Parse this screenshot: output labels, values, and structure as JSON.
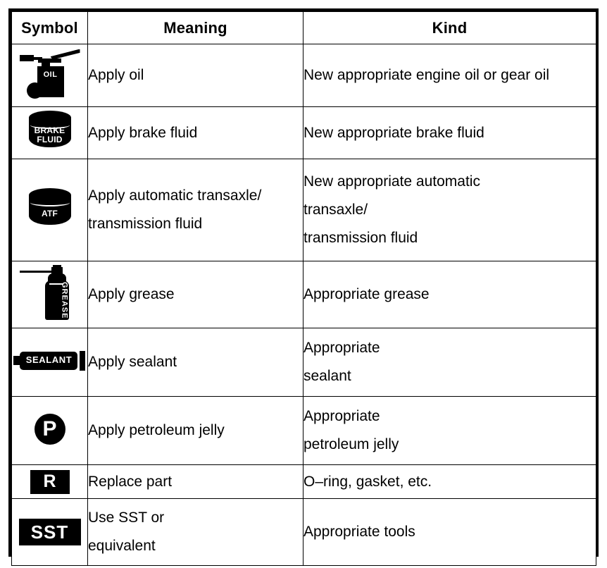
{
  "table": {
    "headers": [
      "Symbol",
      "Meaning",
      "Kind"
    ],
    "rows": [
      {
        "icon": "oil-can-icon",
        "icon_text": "OIL",
        "meaning": [
          "Apply oil"
        ],
        "kind": [
          "New appropriate engine oil or gear oil"
        ]
      },
      {
        "icon": "brake-fluid-can-icon",
        "icon_text": "BRAKE FLUID",
        "icon_text_line1": "BRAKE",
        "icon_text_line2": "FLUID",
        "meaning": [
          "Apply brake fluid"
        ],
        "kind": [
          "New appropriate brake fluid"
        ]
      },
      {
        "icon": "atf-can-icon",
        "icon_text": "ATF",
        "meaning": [
          "Apply automatic transaxle/",
          "transmission fluid"
        ],
        "kind": [
          "New appropriate automatic",
          "transaxle/",
          "transmission fluid"
        ]
      },
      {
        "icon": "grease-can-icon",
        "icon_text": "GREASE",
        "meaning": [
          "Apply grease"
        ],
        "kind": [
          "Appropriate grease"
        ]
      },
      {
        "icon": "sealant-tube-icon",
        "icon_text": "SEALANT",
        "meaning": [
          "Apply sealant"
        ],
        "kind": [
          "Appropriate",
          "sealant"
        ]
      },
      {
        "icon": "petroleum-jelly-icon",
        "icon_text": "P",
        "meaning": [
          "Apply petroleum jelly"
        ],
        "kind": [
          "Appropriate",
          "petroleum jelly"
        ]
      },
      {
        "icon": "replace-part-icon",
        "icon_text": "R",
        "meaning": [
          "Replace part"
        ],
        "kind": [
          "O–ring, gasket, etc."
        ]
      },
      {
        "icon": "sst-icon",
        "icon_text": "SST",
        "meaning": [
          "Use SST or",
          "equivalent"
        ],
        "kind": [
          "Appropriate tools"
        ]
      }
    ]
  },
  "colors": {
    "ink": "#000000",
    "paper": "#ffffff"
  }
}
